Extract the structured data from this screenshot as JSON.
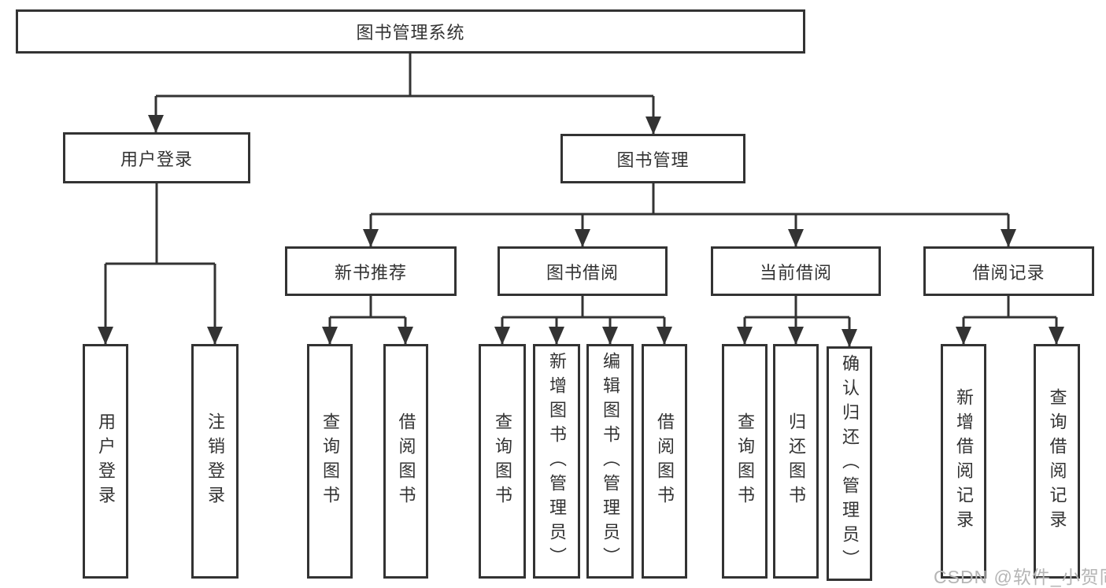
{
  "tree": {
    "root": "图书管理系统",
    "level2": [
      {
        "label": "用户登录",
        "children": [
          "用户登录",
          "注销登录"
        ]
      },
      {
        "label": "图书管理"
      }
    ],
    "level3": [
      {
        "label": "新书推荐",
        "children": [
          "查询图书",
          "借阅图书"
        ]
      },
      {
        "label": "图书借阅",
        "children": [
          "查询图书",
          "新增图书（管理员）",
          "编辑图书（管理员）",
          "借阅图书"
        ]
      },
      {
        "label": "当前借阅",
        "children": [
          "查询图书",
          "归还图书",
          "确认归还（管理员）"
        ]
      },
      {
        "label": "借阅记录",
        "children": [
          "新增借阅记录",
          "查询借阅记录"
        ]
      }
    ]
  },
  "watermark": {
    "text": "CSDN @软件_小贺同学"
  },
  "colors": {
    "line": "#333333",
    "box_border": "#333333",
    "text": "#333333",
    "watermark": "#b5b5b5",
    "background": "#ffffff"
  }
}
